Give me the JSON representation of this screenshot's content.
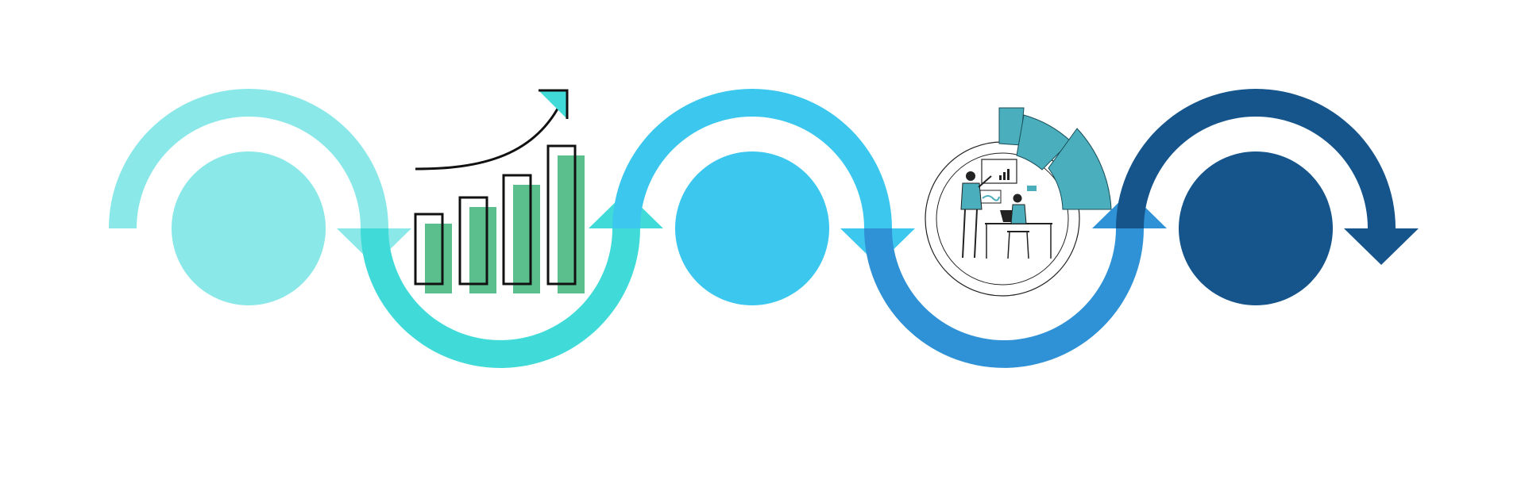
{
  "diagram": {
    "type": "wavy-arrow-process",
    "stages": [
      {
        "id": "stage-1",
        "color": "#8ae8e8",
        "arc": "top",
        "content": "empty-circle"
      },
      {
        "id": "stage-2",
        "color": "#40dbd9",
        "arc": "bottom",
        "content": "growth-bar-chart-icon"
      },
      {
        "id": "stage-3",
        "color": "#3cc8ee",
        "arc": "top",
        "content": "empty-circle"
      },
      {
        "id": "stage-4",
        "color": "#2f91d6",
        "arc": "bottom",
        "content": "team-analytics-illustration"
      },
      {
        "id": "stage-5",
        "color": "#16558b",
        "arc": "top",
        "content": "empty-circle"
      }
    ],
    "accent_colors": {
      "bar_fill": "#5bbf8d",
      "bar_outline": "#111111",
      "illustration_accent": "#4aaebd"
    }
  }
}
